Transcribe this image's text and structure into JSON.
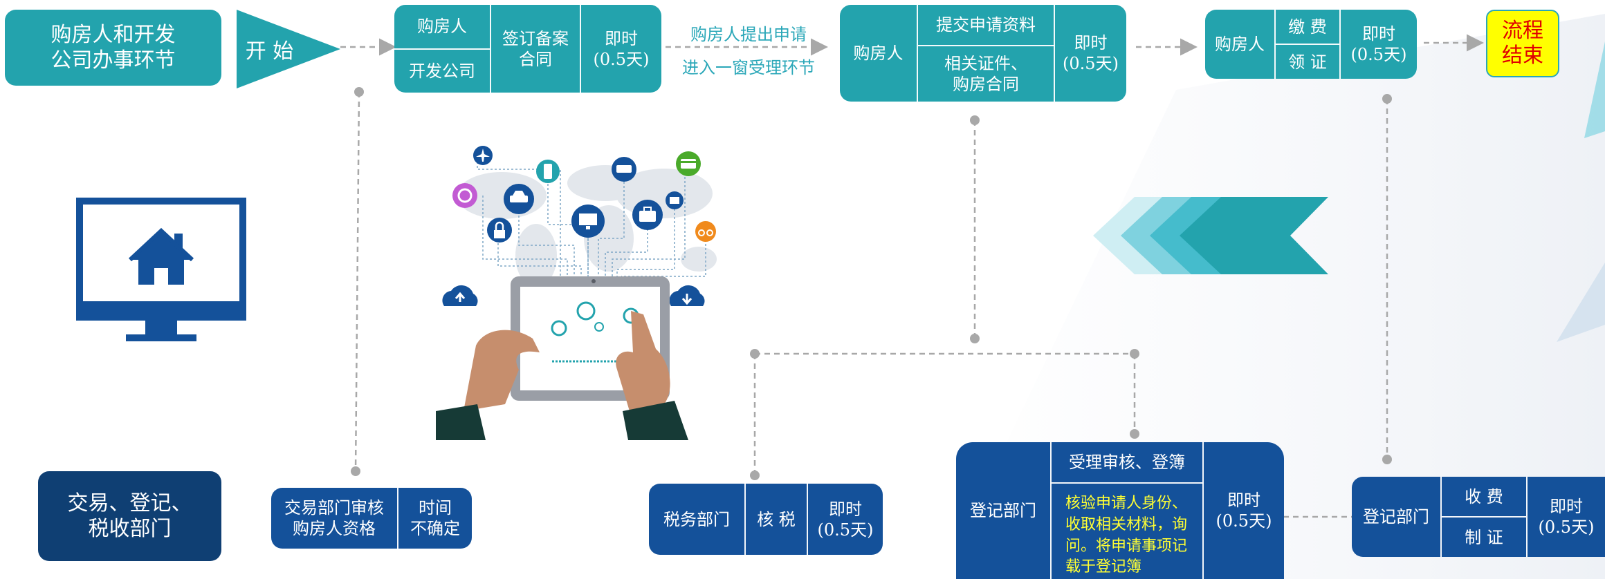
{
  "lane_top": {
    "label": "购房人和开发\n公司办事环节"
  },
  "lane_bottom": {
    "label": "交易、登记、\n税收部门"
  },
  "start": {
    "label": "开  始"
  },
  "step1": {
    "party_top": "购房人",
    "party_bottom": "开发公司",
    "task": "签订备案\n合同",
    "time": "即时\n(0.5天)"
  },
  "arrow_note": {
    "line1": "购房人提出申请",
    "line2": "进入一窗受理环节"
  },
  "step2": {
    "party": "购房人",
    "task_top": "提交申请资料",
    "task_bottom": "相关证件、\n购房合同",
    "time": "即时\n(0.5天)"
  },
  "step3": {
    "party": "购房人",
    "task_top": "缴 费",
    "task_bottom": "领 证",
    "time": "即时\n(0.5天)"
  },
  "end": {
    "label": "流程\n结束"
  },
  "dept_trade": {
    "task": "交易部门审核\n购房人资格",
    "time": "时间\n不确定"
  },
  "dept_tax": {
    "dept": "税务部门",
    "task": "核 税",
    "time": "即时\n(0.5天)"
  },
  "dept_reg": {
    "dept": "登记部门",
    "task_top": "受理审核、登簿",
    "task_bottom": "核验申请人身份、收取相关材料，询问。将申请事项记载于登记簿",
    "time": "即时\n(0.5天)"
  },
  "dept_reg2": {
    "dept": "登记部门",
    "task_top": "收 费",
    "task_bottom": "制 证",
    "time": "即时\n(0.5天)"
  },
  "colors": {
    "teal": "#23a3ad",
    "navy": "#14519a",
    "dark_navy": "#0f3f73",
    "end_fill": "#ffff00",
    "end_text": "#e00000",
    "note_text": "#2aa7b8",
    "highlight": "#ffff33"
  },
  "icons": [
    "house-monitor-icon",
    "world-map-icon",
    "tablet-hands-icon",
    "airplane-icon",
    "car-icon",
    "phone-icon",
    "desktop-icon",
    "briefcase-icon",
    "card-icon",
    "lock-icon",
    "cloud-upload-icon",
    "cloud-download-icon",
    "back-chevrons-icon"
  ]
}
